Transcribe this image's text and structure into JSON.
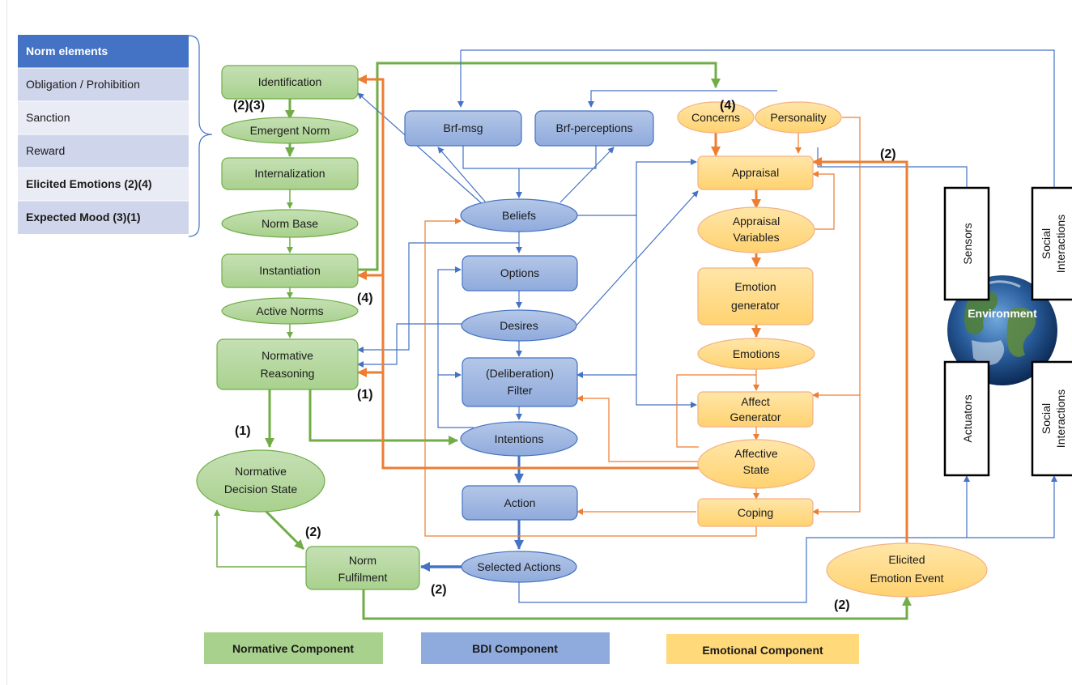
{
  "norm_elements": {
    "header": "Norm elements",
    "rows": [
      "Obligation / Prohibition",
      "Sanction",
      "Reward",
      "Elicited Emotions (2)(4)",
      "Expected Mood (3)(1)"
    ]
  },
  "normative": {
    "identification": "Identification",
    "emergent_norm": "Emergent Norm",
    "internalization": "Internalization",
    "norm_base": "Norm Base",
    "instantiation": "Instantiation",
    "active_norms": "Active Norms",
    "normative_reasoning": [
      "Normative",
      "Reasoning"
    ],
    "decision_state": [
      "Normative",
      "Decision State"
    ],
    "norm_fulfilment": [
      "Norm",
      "Fulfilment"
    ]
  },
  "bdi": {
    "brf_msg": "Brf-msg",
    "brf_perceptions": "Brf-perceptions",
    "beliefs": "Beliefs",
    "options": "Options",
    "desires": "Desires",
    "filter": [
      "(Deliberation)",
      "Filter"
    ],
    "intentions": "Intentions",
    "action": "Action",
    "selected_actions": "Selected Actions"
  },
  "emotional": {
    "concerns": "Concerns",
    "personality": "Personality",
    "appraisal": "Appraisal",
    "appraisal_variables": [
      "Appraisal",
      "Variables"
    ],
    "emotion_generator": [
      "Emotion",
      "generator"
    ],
    "emotions": "Emotions",
    "affect_generator": [
      "Affect",
      "Generator"
    ],
    "affective_state": [
      "Affective",
      "State"
    ],
    "coping": "Coping",
    "elicited_event": [
      "Elicited",
      "Emotion Event"
    ]
  },
  "environment": {
    "label": "Environment",
    "sensors": "Sensors",
    "actuators": "Actuators",
    "social_top": [
      "Social",
      "Interactions"
    ],
    "social_bottom": [
      "Social",
      "Interactions"
    ]
  },
  "step_labels": {
    "l23": "(2)(3)",
    "l4_top": "(4)",
    "l2_top": "(2)",
    "l4_left": "(4)",
    "l1_left": "(1)",
    "l1_down": "(1)",
    "l2_dec": "(2)",
    "l2_sel": "(2)",
    "l2_elic": "(2)"
  },
  "legend": {
    "normative": "Normative Component",
    "bdi": "BDI Component",
    "emotional": "Emotional  Component"
  },
  "colors": {
    "green_fill": "#a9d18e",
    "green_stroke": "#70ad47",
    "blue_fill": "#8faadc",
    "blue_stroke": "#4472c4",
    "orange_fill": "#ffd97a",
    "orange_stroke": "#ed7d31"
  }
}
